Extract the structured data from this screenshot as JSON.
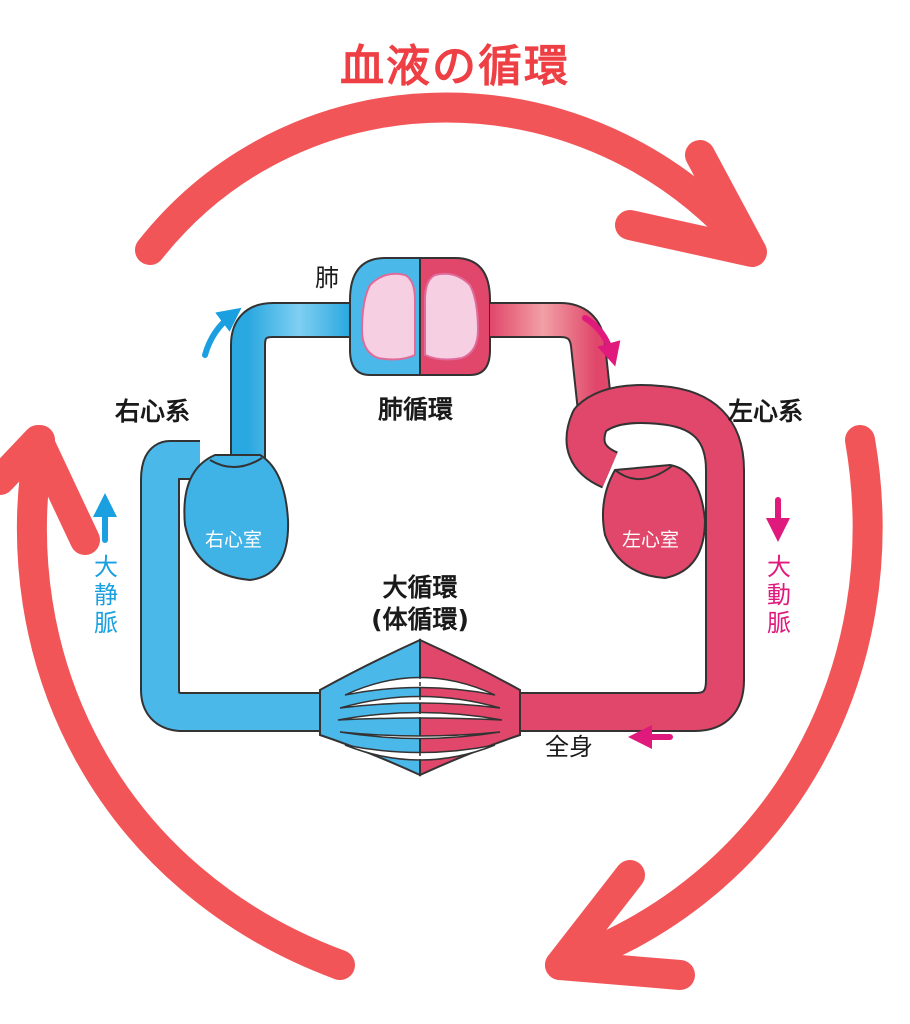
{
  "title": "血液の循環",
  "labels": {
    "lung": "肺",
    "pulmonary_circulation": "肺循環",
    "right_heart_system": "右心系",
    "left_heart_system": "左心系",
    "right_ventricle": "右心室",
    "left_ventricle": "左心室",
    "systemic_circulation": "大循環",
    "systemic_circulation_alt": "(体循環)",
    "vena_cava": "大\n静\n脈",
    "aorta": "大\n動\n脈",
    "whole_body": "全身"
  },
  "colors": {
    "outer_arrow": "#f25558",
    "title": "#ee3f44",
    "venous": "#2aa8e0",
    "venous_light": "#6ac8f0",
    "arterial": "#e0476a",
    "arterial_light": "#f09aa0",
    "flow_arrow_blue": "#1aa0e0",
    "flow_arrow_magenta": "#e0197d",
    "lung_fill": "#f7cfe2",
    "outline": "#333333"
  },
  "icons": {
    "outer_cycle": "circular-arrow-icon",
    "flow_up": "arrow-up-icon",
    "flow_down": "arrow-down-icon",
    "flow_left": "arrow-left-icon",
    "flow_curved": "curved-arrow-icon"
  }
}
